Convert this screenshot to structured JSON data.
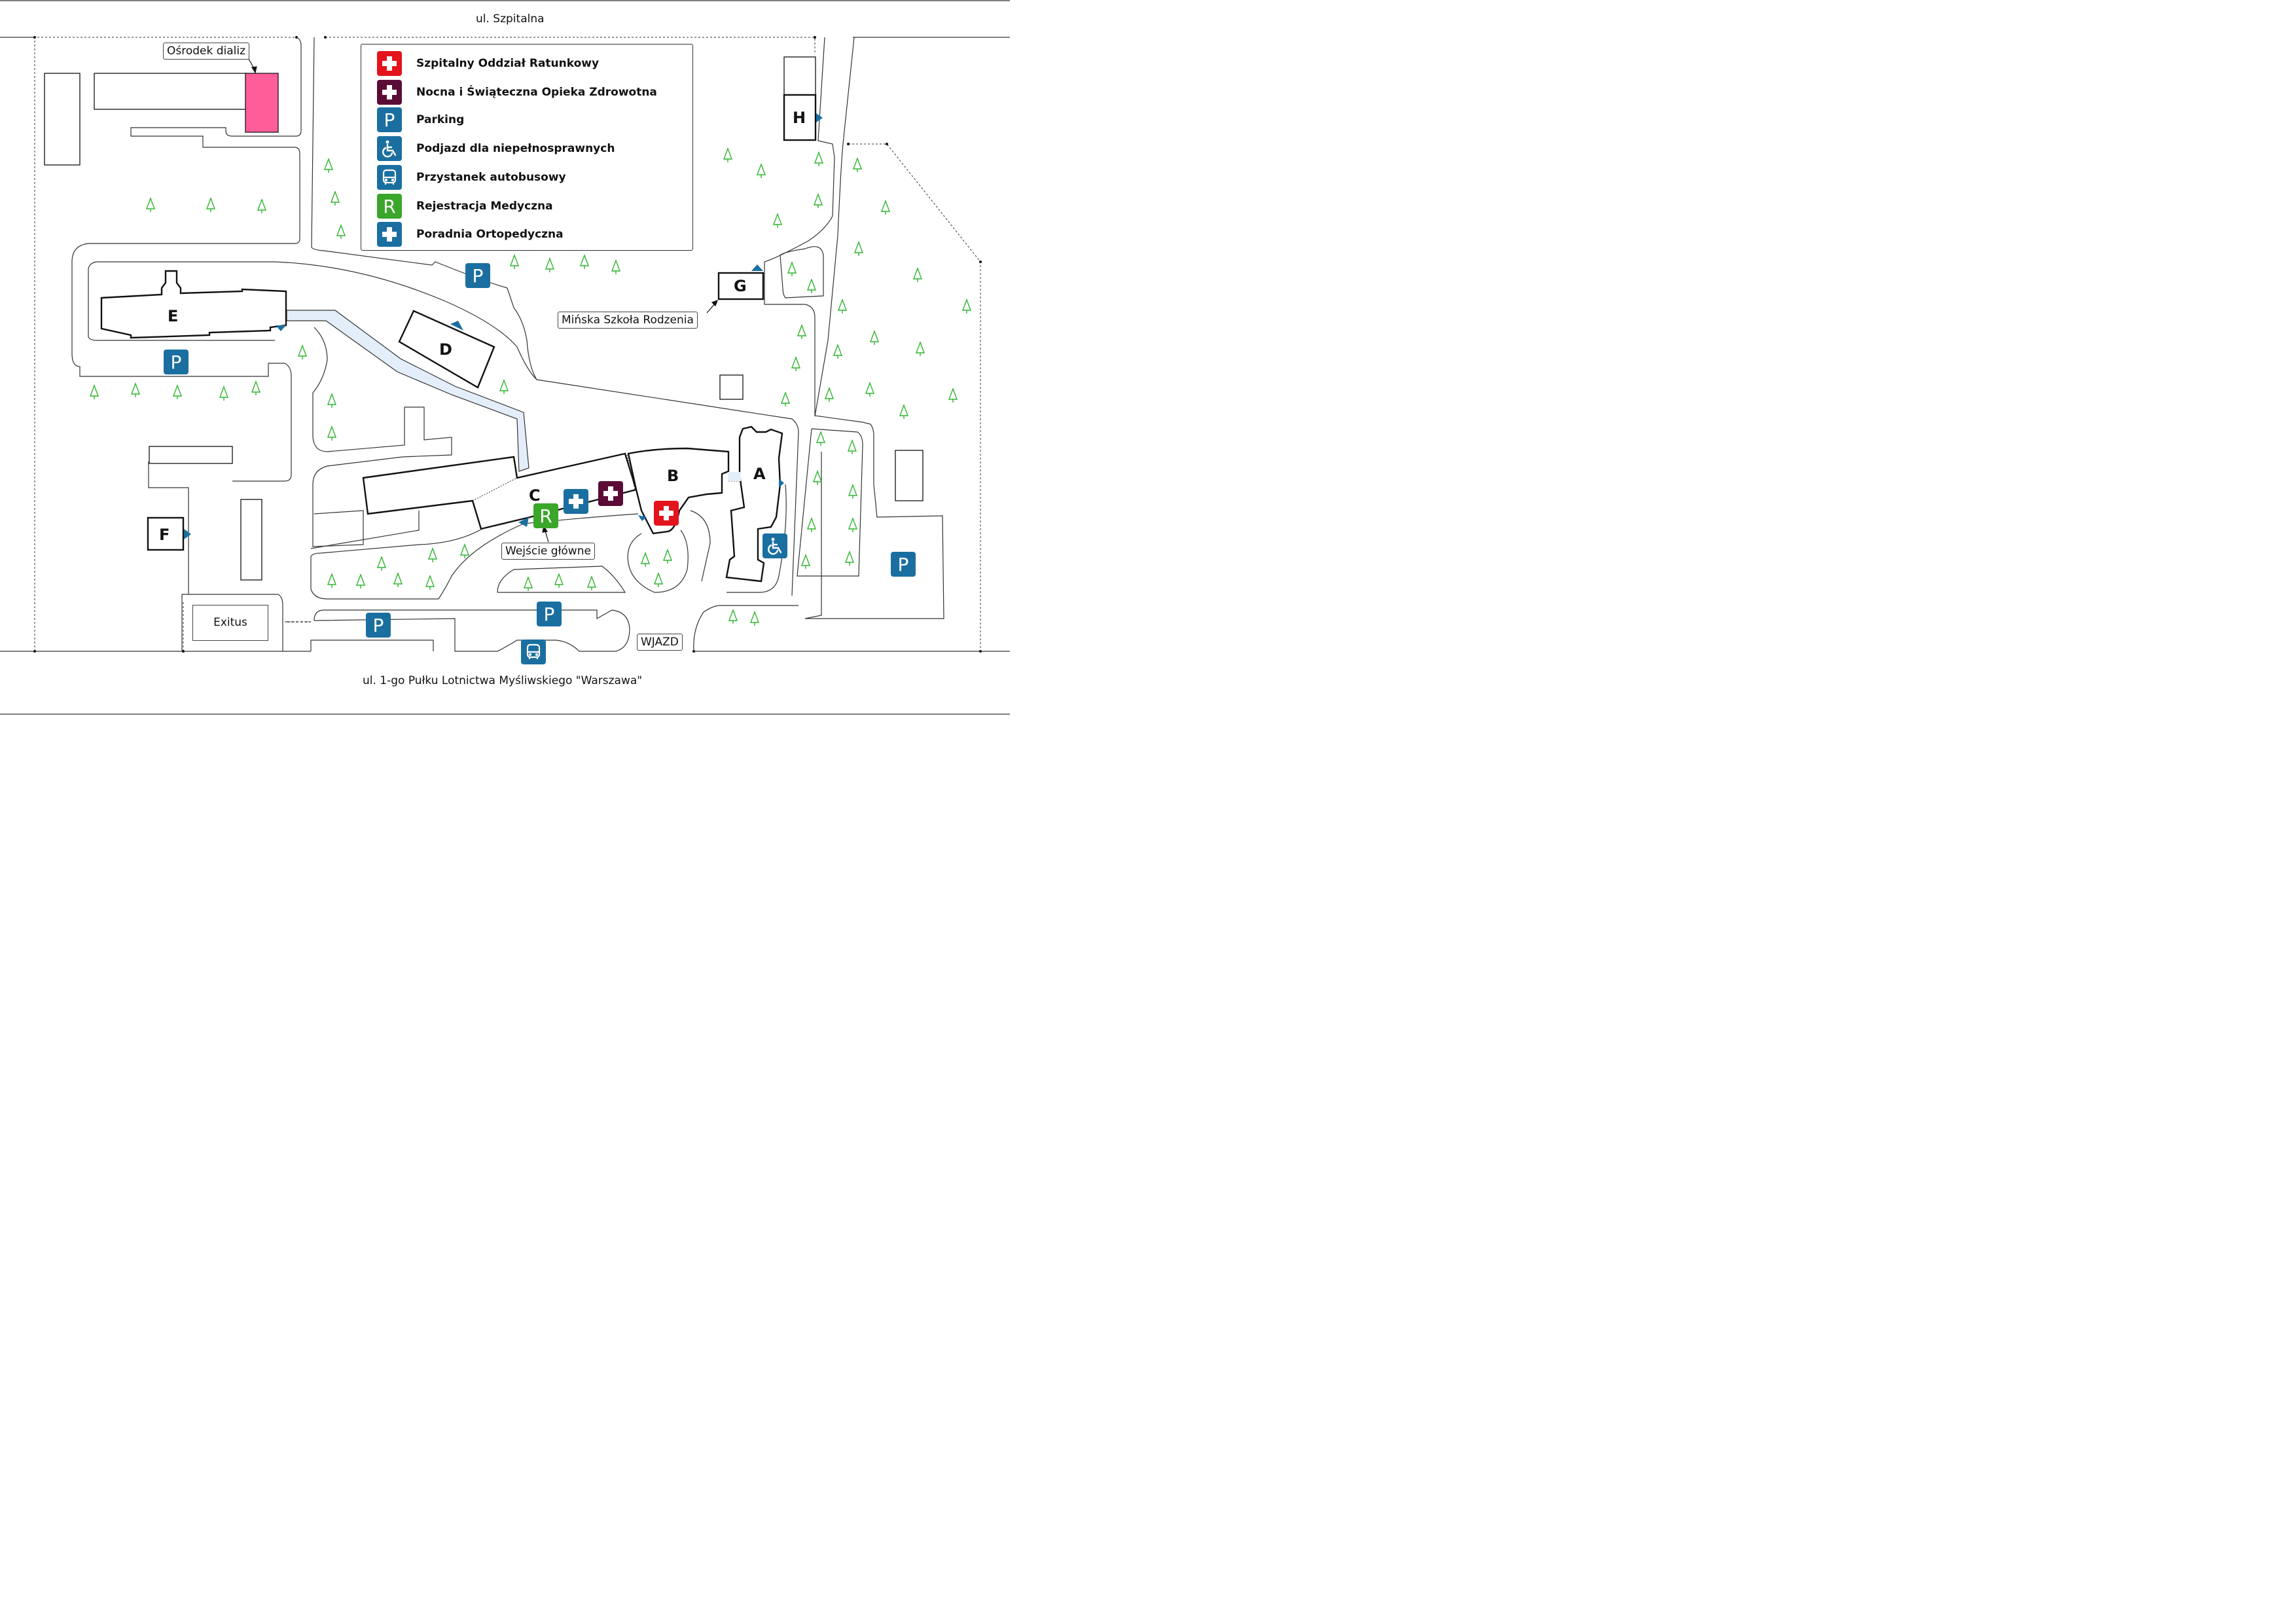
{
  "streets": {
    "north": "ul. Szpitalna",
    "south": "ul. 1-go Pułku Lotnictwa Myśliwskiego \"Warszawa\""
  },
  "legend": [
    {
      "icon": "emergency-cross-icon",
      "color": "#e3141b",
      "label": "Szpitalny Oddział Ratunkowy"
    },
    {
      "icon": "night-care-cross-icon",
      "color": "#5a0c36",
      "label": "Nocna i Świąteczna Opieka Zdrowotna"
    },
    {
      "icon": "parking-icon",
      "color": "#1a6fa0",
      "label": "Parking"
    },
    {
      "icon": "wheelchair-icon",
      "color": "#1a6fa0",
      "label": "Podjazd dla niepełnosprawnych"
    },
    {
      "icon": "bus-icon",
      "color": "#1a6fa0",
      "label": "Przystanek autobusowy"
    },
    {
      "icon": "registration-r-icon",
      "color": "#3aa62a",
      "label": "Rejestracja Medyczna"
    },
    {
      "icon": "orthopedic-cross-icon",
      "color": "#1a6fa0",
      "label": "Poradnia Ortopedyczna"
    }
  ],
  "buildings": {
    "a": "A",
    "b": "B",
    "c": "C",
    "d": "D",
    "e": "E",
    "f": "F",
    "g": "G",
    "h": "H"
  },
  "callouts": {
    "dialysis": "Ośrodek dializ",
    "birth_school": "Mińska Szkoła Rodzenia",
    "main_entrance": "Wejście główne",
    "entry": "WJAZD",
    "exitus": "Exitus"
  },
  "symbols": {
    "parking_letter": "P",
    "registration_letter": "R"
  },
  "colors": {
    "parking_blue": "#1a6fa0",
    "emergency_red": "#e3141b",
    "night_care_purple": "#5a0c36",
    "registration_green": "#3aa62a",
    "dialysis_pink": "#ff5c9a",
    "tree_green": "#2fb52f",
    "corridor_blue": "#e3eefa"
  }
}
